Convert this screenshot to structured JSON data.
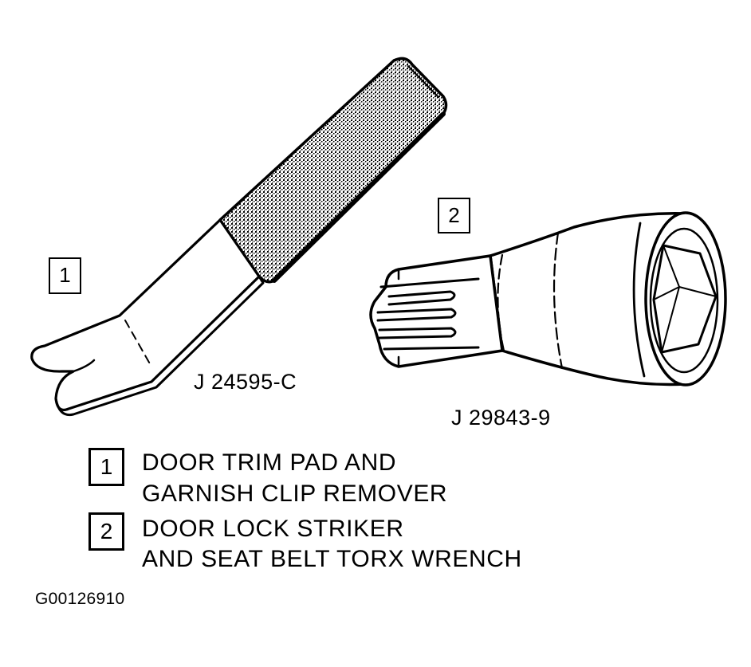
{
  "tool1": {
    "callout": "1",
    "part_number": "J  24595-C"
  },
  "tool2": {
    "callout": "2",
    "part_number": "J  29843-9"
  },
  "legend": [
    {
      "num": "1",
      "line1": "DOOR TRIM PAD AND",
      "line2": "GARNISH CLIP REMOVER"
    },
    {
      "num": "2",
      "line1": "DOOR LOCK STRIKER",
      "line2": "AND SEAT BELT TORX WRENCH"
    }
  ],
  "figure_id": "G00126910",
  "icons": [
    "clip-remover-tool-icon",
    "torx-socket-tool-icon"
  ]
}
